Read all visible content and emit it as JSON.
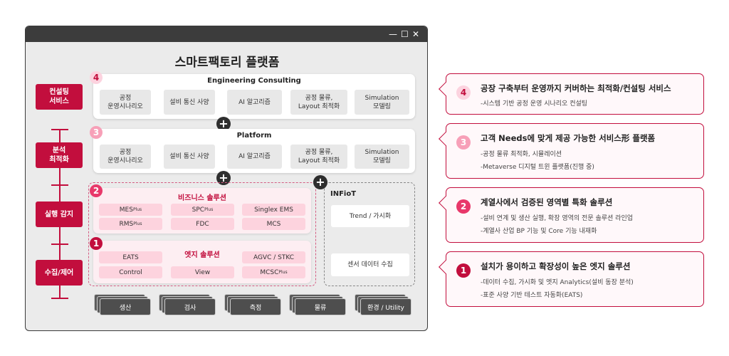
{
  "window": {
    "title": "스마트팩토리 플랫폼",
    "controls": [
      "—",
      "☐",
      "✕"
    ]
  },
  "levels": [
    "컨설팅\n서비스",
    "분석\n최적화",
    "실행 감지",
    "수집/제어"
  ],
  "consulting": {
    "num": "4",
    "title": "Engineering Consulting",
    "items": [
      "공정\n운영시나리오",
      "설비 통신 사양",
      "AI 알고리즘",
      "공정 물류,\nLayout 최적화",
      "Simulation\n모델링"
    ]
  },
  "platform": {
    "num": "3",
    "title": "Platform",
    "items": [
      "공정\n운영시나리오",
      "설비 통신 사양",
      "AI 알고리즘",
      "공정 물류,\nLayout 최적화",
      "Simulation\n모델링"
    ]
  },
  "business": {
    "num": "2",
    "title": "비즈니스 솔루션",
    "items": [
      [
        "MES",
        "Plus"
      ],
      [
        "SPC",
        "Plus"
      ],
      [
        "Singlex EMS",
        ""
      ],
      [
        "RMS",
        "Plus"
      ],
      [
        "FDC",
        ""
      ],
      [
        "MCS",
        ""
      ]
    ]
  },
  "edge": {
    "num": "1",
    "title": "엣지 솔루션",
    "items": [
      [
        "EATS",
        ""
      ],
      [
        "AGVC / STKC",
        ""
      ],
      [
        "Control",
        ""
      ],
      [
        "View",
        ""
      ],
      [
        "MCSC",
        "Plus"
      ]
    ]
  },
  "infiot": {
    "title": "INFioT",
    "items": [
      "Trend / 가시화",
      "센서 데이터 수집"
    ]
  },
  "plus": "+",
  "bottom": [
    "생산",
    "검사",
    "측정",
    "물류",
    "환경 / Utility"
  ],
  "cards": [
    {
      "num": "4",
      "title": "공장 구축부터 운영까지 커버하는 최적화/컨설팅 서비스",
      "lines": [
        "-시스템 기반 공정 운영 시나리오 컨설팅"
      ],
      "color": "#fcd3df",
      "text": "#c20e3d"
    },
    {
      "num": "3",
      "title": "고객 Needs에 맞게 제공 가능한 서비스形 플랫폼",
      "lines": [
        "-공정 물류 최적화, 시뮬레이션",
        "-Metaverse 디지털 트윈 플랫폼(진행 중)"
      ],
      "color": "#f7a0b8",
      "text": "#fff"
    },
    {
      "num": "2",
      "title": "계열사에서 검증된 영역별 특화 솔루션",
      "lines": [
        "-설비 연계 및 생산 실행, 확장 영역의 전문 솔루션 라인업",
        "-계열사 산업 BP 기능 및 Core 기능 내재화"
      ],
      "color": "#e8386a",
      "text": "#fff"
    },
    {
      "num": "1",
      "title": "설치가 용이하고 확장성이 높은 엣지 솔루션",
      "lines": [
        "-데이터 수집, 가시화 및 엣지 Analytics(설비 동장 분석)",
        "-표준 사양 기반 테스트 자동화(EATS)"
      ],
      "color": "#c20e3d",
      "text": "#fff"
    }
  ]
}
